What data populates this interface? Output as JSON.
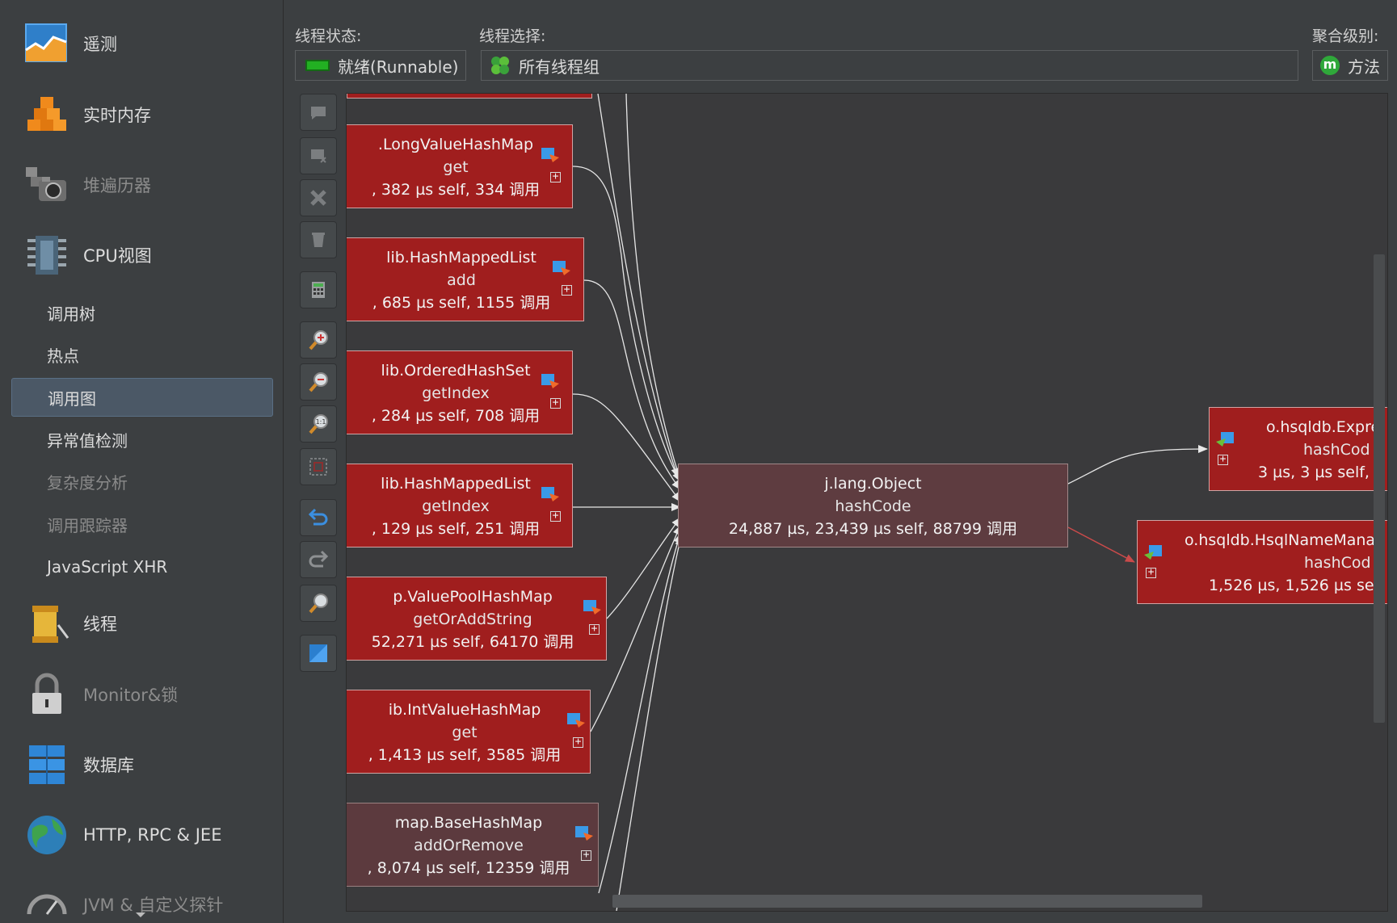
{
  "sidebar": {
    "items": [
      {
        "label": "遥测",
        "icon": "telemetry-icon"
      },
      {
        "label": "实时内存",
        "icon": "live-memory-icon"
      },
      {
        "label": "堆遍历器",
        "icon": "heap-walker-icon"
      },
      {
        "label": "CPU视图",
        "icon": "cpu-icon"
      },
      {
        "label": "线程",
        "icon": "threads-icon"
      },
      {
        "label": "Monitor&锁",
        "icon": "lock-icon"
      },
      {
        "label": "数据库",
        "icon": "database-icon"
      },
      {
        "label": "HTTP, RPC & JEE",
        "icon": "globe-icon"
      },
      {
        "label": "JVM & 自定义探针",
        "icon": "gauge-icon"
      }
    ],
    "cpu_subitems": [
      {
        "label": "调用树"
      },
      {
        "label": "热点"
      },
      {
        "label": "调用图",
        "selected": true
      },
      {
        "label": "异常值检测"
      },
      {
        "label": "复杂度分析"
      },
      {
        "label": "调用跟踪器"
      },
      {
        "label": "JavaScript XHR"
      }
    ]
  },
  "header": {
    "thread_state_label": "线程状态:",
    "thread_state_value": "就绪(Runnable)",
    "thread_select_label": "线程选择:",
    "thread_select_value": "所有线程组",
    "aggregation_label": "聚合级别:",
    "aggregation_value": "方法",
    "aggregation_badge": "m"
  },
  "toolbar": [
    "comment-icon",
    "comment-out-icon",
    "remove-icon",
    "trash-icon",
    "calculator-icon",
    "zoom-in-icon",
    "zoom-out-icon",
    "zoom-reset-icon",
    "fit-icon",
    "undo-icon",
    "redo-icon",
    "find-icon",
    "export-icon"
  ],
  "graph": {
    "callers": [
      {
        "class": ".LongValueHashMap",
        "method": "get",
        "stats": ", 382 µs self, 334 调用"
      },
      {
        "class": "lib.HashMappedList",
        "method": "add",
        "stats": ", 685 µs self, 1155 调用"
      },
      {
        "class": "lib.OrderedHashSet",
        "method": "getIndex",
        "stats": ", 284 µs self, 708 调用"
      },
      {
        "class": "lib.HashMappedList",
        "method": "getIndex",
        "stats": ", 129 µs self, 251 调用"
      },
      {
        "class": "p.ValuePoolHashMap",
        "method": "getOrAddString",
        "stats": "52,271 µs self, 64170 调用"
      },
      {
        "class": "ib.IntValueHashMap",
        "method": "get",
        "stats": ", 1,413 µs self, 3585 调用"
      },
      {
        "class": "map.BaseHashMap",
        "method": "addOrRemove",
        "stats": ", 8,074 µs self, 12359 调用"
      }
    ],
    "center": {
      "class": "j.lang.Object",
      "method": "hashCode",
      "stats": "24,887 µs, 23,439 µs self, 88799 调用"
    },
    "callees": [
      {
        "class": "o.hsqldb.Expre",
        "method": "hashCod",
        "stats": "3 µs, 3 µs self,"
      },
      {
        "class": "o.hsqldb.HsqlNameMana",
        "method": "hashCod",
        "stats": "1,526 µs, 1,526 µs se"
      }
    ]
  },
  "colors": {
    "node_red": "#a01e1e",
    "node_brown": "#5c3a3e",
    "runnable_green": "#22b022",
    "background": "#3c3f41"
  }
}
